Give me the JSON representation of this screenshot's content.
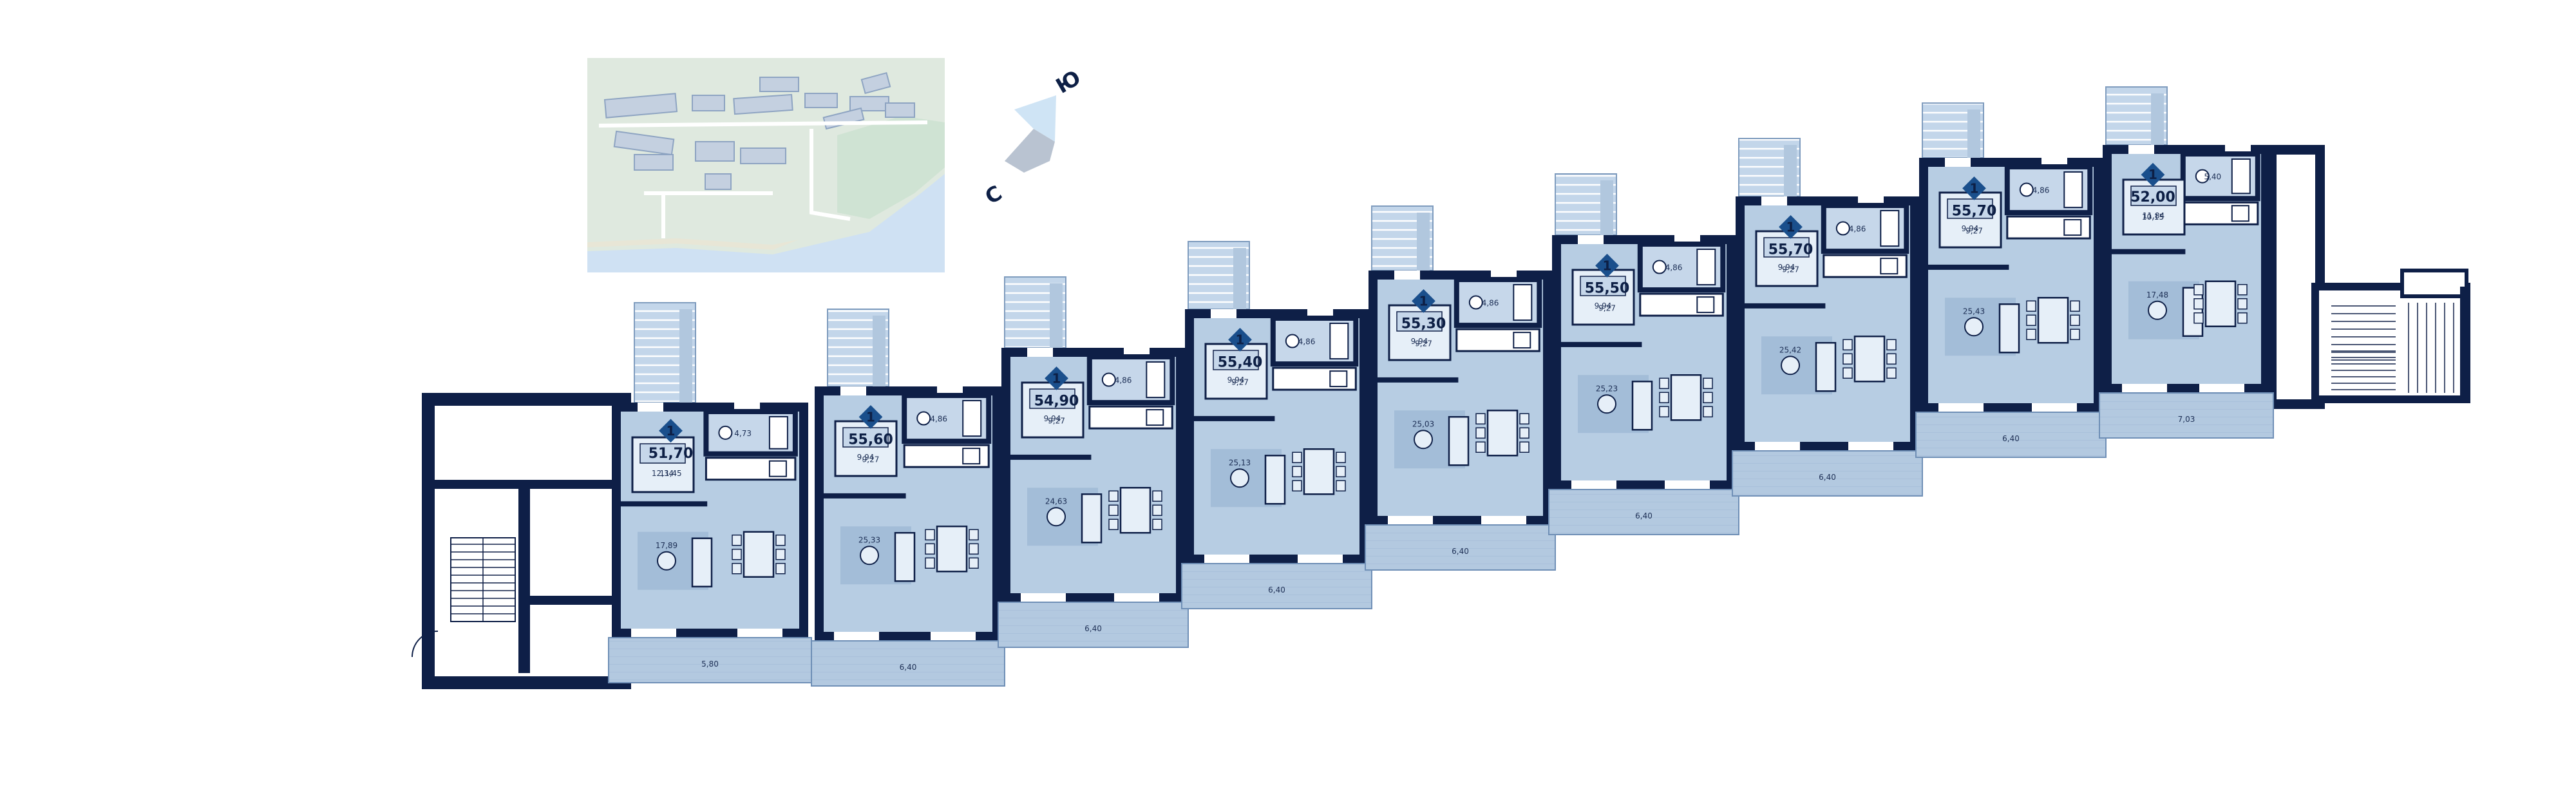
{
  "colors": {
    "wall": "#0e1f47",
    "room": "#b7cde3",
    "room_dark": "#a3bdd8",
    "balcony": "#a9c3dc",
    "terrace": "#c9d9ea",
    "white": "#ffffff",
    "map_bg": "#dfe9df",
    "map_water": "#cfe1f3",
    "map_building": "#c4d0e0"
  },
  "compass": {
    "north": "С",
    "south": "Ю"
  },
  "apartments": [
    {
      "id": "a1",
      "rooms": "1",
      "area": "51,70",
      "living": "11,45",
      "kitchen": "17,89",
      "bedroom": "12,34",
      "bath": "4,73",
      "balcony": "5,80"
    },
    {
      "id": "a2",
      "rooms": "1",
      "area": "55,60",
      "living": "9,27",
      "kitchen": "25,33",
      "bedroom": "9,94",
      "bath": "4,86",
      "balcony": "6,40"
    },
    {
      "id": "a3",
      "rooms": "1",
      "area": "54,90",
      "living": "9,27",
      "kitchen": "24,63",
      "bedroom": "9,94",
      "bath": "4,86",
      "balcony": "6,40"
    },
    {
      "id": "a4",
      "rooms": "1",
      "area": "55,40",
      "living": "9,27",
      "kitchen": "25,13",
      "bedroom": "9,94",
      "bath": "4,86",
      "balcony": "6,40"
    },
    {
      "id": "a5",
      "rooms": "1",
      "area": "55,30",
      "living": "9,27",
      "kitchen": "25,03",
      "bedroom": "9,94",
      "bath": "4,86",
      "balcony": "6,40"
    },
    {
      "id": "a6",
      "rooms": "1",
      "area": "55,50",
      "living": "9,27",
      "kitchen": "25,23",
      "bedroom": "9,94",
      "bath": "4,86",
      "balcony": "6,40"
    },
    {
      "id": "a7",
      "rooms": "1",
      "area": "55,70",
      "living": "9,27",
      "kitchen": "25,42",
      "bedroom": "9,94",
      "bath": "4,86",
      "balcony": "6,40"
    },
    {
      "id": "a8",
      "rooms": "1",
      "area": "55,70",
      "living": "9,27",
      "kitchen": "25,43",
      "bedroom": "9,94",
      "bath": "4,86",
      "balcony": "6,40"
    },
    {
      "id": "a9",
      "rooms": "1",
      "area": "52,00",
      "living": "10,15",
      "kitchen": "17,48",
      "bedroom": "11,84",
      "bath": "5,40",
      "balcony": "7,03"
    }
  ]
}
